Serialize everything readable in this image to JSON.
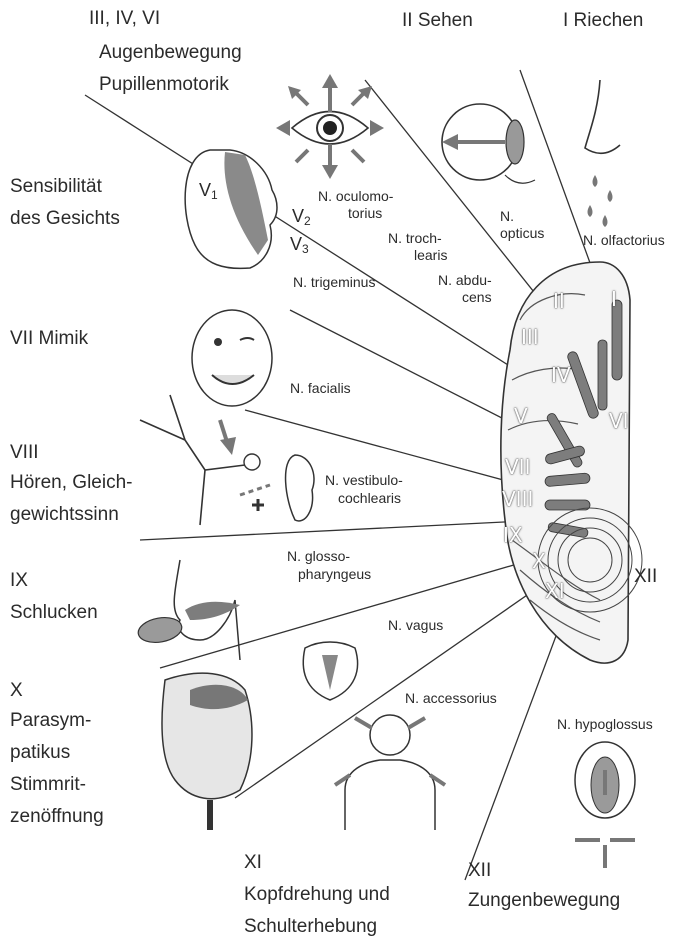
{
  "functions": {
    "eye_movement": [
      "III, IV, VI",
      "Augenbewegung",
      "Pupillenmotorik"
    ],
    "vision": "II Sehen",
    "smell": "I Riechen",
    "face_sensation": [
      "Sensibilität",
      "des Gesichts"
    ],
    "mimic": "VII Mimik",
    "hearing": [
      "VIII",
      "Hören, Gleich-",
      "gewichtssinn"
    ],
    "swallow": [
      "IX",
      "Schlucken"
    ],
    "parasympathetic": [
      "X",
      "Parasym-",
      "patikus",
      "Stimmrit-",
      "zenöffnung"
    ],
    "head_turn": [
      "XI",
      "Kopfdrehung und",
      "Schulterhebung"
    ],
    "tongue": [
      "XII",
      "Zungenbewegung"
    ]
  },
  "nerves": {
    "oculomotorius": [
      "N. oculomo-",
      "torius"
    ],
    "trochlearis": [
      "N. troch-",
      "learis"
    ],
    "abducens": [
      "N. abdu-",
      "cens"
    ],
    "opticus": [
      "N.",
      "opticus"
    ],
    "olfactorius": "N. olfactorius",
    "trigeminus": "N. trigeminus",
    "facialis": "N. facialis",
    "vestibulocochlearis": [
      "N. vestibulo-",
      "cochlearis"
    ],
    "glossopharyngeus": [
      "N. glosso-",
      "pharyngeus"
    ],
    "vagus": "N. vagus",
    "accessorius": "N. accessorius",
    "hypoglossus": "N. hypoglossus"
  },
  "trigeminal_branches": [
    "V",
    "1",
    "V",
    "2",
    "V",
    "3"
  ],
  "brainstem_numerals": [
    "I",
    "II",
    "III",
    "IV",
    "V",
    "VI",
    "VII",
    "VIII",
    "IX",
    "X",
    "XI",
    "XII"
  ]
}
